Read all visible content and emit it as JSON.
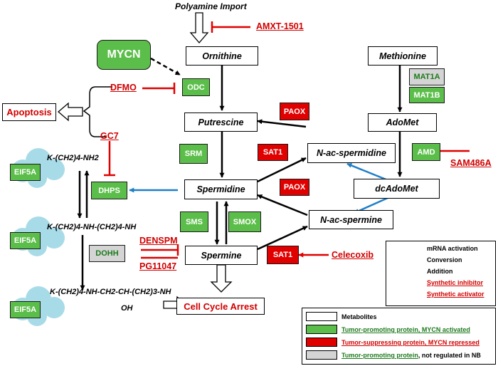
{
  "top_label": "Polyamine Import",
  "metabolites": {
    "ornithine": "Ornithine",
    "putrescine": "Putrescine",
    "spermidine": "Spermidine",
    "spermine": "Spermine",
    "methionine": "Methionine",
    "adomet": "AdoMet",
    "dcadomet": "dcAdoMet",
    "n_ac_spermidine": "N-ac-spermidine",
    "n_ac_spermine": "N-ac-spermine"
  },
  "proteins": {
    "mycn": "MYCN",
    "odc": "ODC",
    "srm": "SRM",
    "dhps": "DHPS",
    "sms": "SMS",
    "smox": "SMOX",
    "dohh": "DOHH",
    "mat1a": "MAT1A",
    "mat1b": "MAT1B",
    "amd": "AMD",
    "paox_top": "PAOX",
    "paox_mid": "PAOX",
    "sat1_top": "SAT1",
    "sat1_bottom": "SAT1",
    "eif5a_1": "EIF5A",
    "eif5a_2": "EIF5A",
    "eif5a_3": "EIF5A"
  },
  "drugs": {
    "amxt": "AMXT-1501",
    "dfmo": "DFMO",
    "gc7": "GC7",
    "sam486a": "SAM486A",
    "denspm": "DENSPM",
    "pg11047": "PG11047",
    "celecoxib": "Celecoxib"
  },
  "outcomes": {
    "apoptosis": "Apoptosis",
    "cell_cycle_arrest": "Cell Cycle Arrest"
  },
  "chem": {
    "line1": "K-(CH2)4-NH2",
    "line2": "K-(CH2)4-NH-(CH2)4-NH",
    "line3": "K-(CH2)4-NH-CH2-CH-(CH2)3-NH",
    "oh": "OH"
  },
  "legend_arrows": {
    "mrna": "mRNA activation",
    "conversion": "Conversion",
    "addition": "Addition",
    "inhibitor": "Synthetic inhibitor",
    "activator": "Synthetic activator"
  },
  "legend_boxes": {
    "metabolites": "Metabolites",
    "promoting_activated": "Tumor-promoting protein, MYCN activated",
    "suppressing_main": "Tumor-suppressing protein, MYCN repressed",
    "promoting_gray_main": "Tumor-promoting protein",
    "promoting_gray_rest": ", not regulated in NB"
  },
  "colors": {
    "green": "#5cbe4a",
    "red": "#e00000",
    "gray": "#d4d4d4",
    "blue": "#1e7fc8",
    "eif_cloud": "#a8dbe8"
  }
}
